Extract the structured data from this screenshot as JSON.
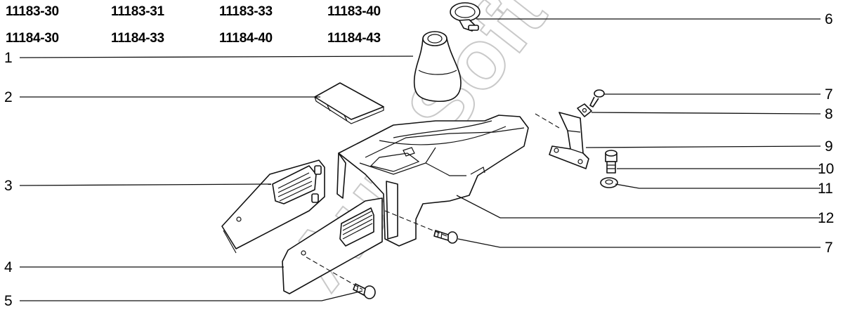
{
  "model_codes": {
    "row1": [
      "11183-30",
      "11183-31",
      "11183-33",
      "11183-40"
    ],
    "row2": [
      "11184-30",
      "11184-33",
      "11184-40",
      "11184-43"
    ]
  },
  "callouts_left": [
    "1",
    "2",
    "3",
    "4",
    "5"
  ],
  "callouts_right": [
    "6",
    "7",
    "8",
    "9",
    "10",
    "11",
    "12",
    "7"
  ],
  "watermark": "AutoSoft"
}
